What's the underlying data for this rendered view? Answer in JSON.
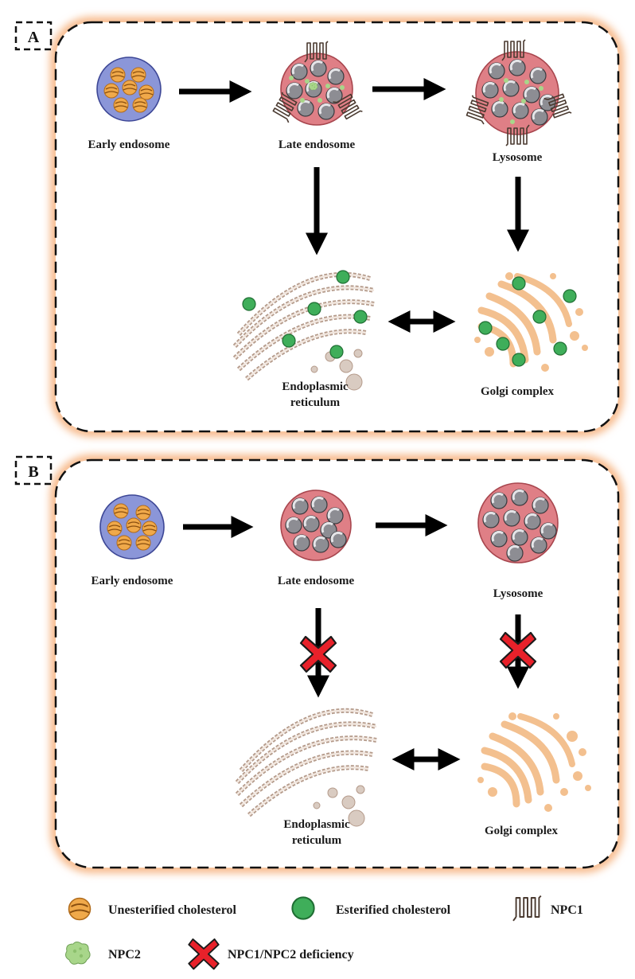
{
  "panels": [
    {
      "letter": "A",
      "labels": {
        "early_endosome": "Early endosome",
        "late_endosome": "Late endosome",
        "lysosome": "Lysosome",
        "er_line1": "Endoplasmic",
        "er_line2": "reticulum",
        "golgi": "Golgi complex"
      }
    },
    {
      "letter": "B",
      "labels": {
        "early_endosome": "Early endosome",
        "late_endosome": "Late endosome",
        "lysosome": "Lysosome",
        "er_line1": "Endoplasmic",
        "er_line2": "reticulum",
        "golgi": "Golgi complex"
      }
    }
  ],
  "legend": {
    "unesterified": "Unesterified cholesterol",
    "esterified": "Esterified cholesterol",
    "npc1": "NPC1",
    "npc2": "NPC2",
    "deficiency": "NPC1/NPC2 deficiency"
  },
  "colors": {
    "panel_glow": "#f7b98a",
    "early_endosome_fill": "#8b96d8",
    "endosome_fill": "#df7f86",
    "unesterified": "#f0a94a",
    "esterified": "#3fae5a",
    "npc2": "#a8d68a",
    "deficiency_x": "#e8212a",
    "er": "#b49a8a",
    "golgi": "#f3c08f"
  }
}
